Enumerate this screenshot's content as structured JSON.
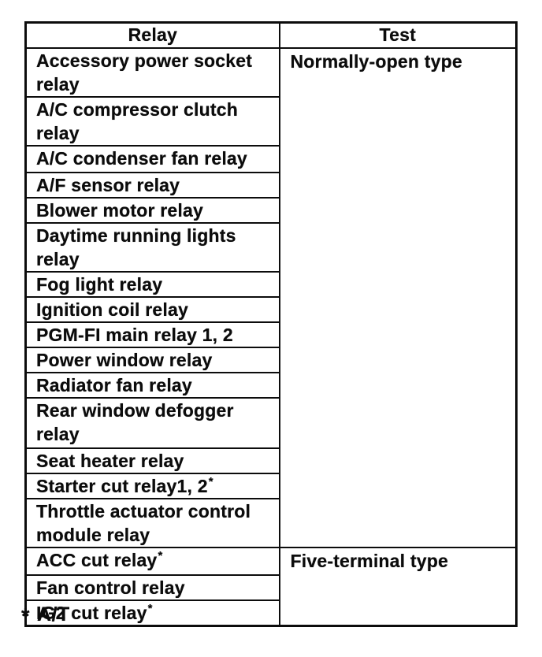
{
  "colors": {
    "ink": "#0c0c0c",
    "paper": "#ffffff"
  },
  "table": {
    "headers": [
      {
        "label": "Relay"
      },
      {
        "label": "Test"
      }
    ],
    "rows": [
      {
        "label": "Accessory power socket relay"
      },
      {
        "label": "A/C compressor clutch relay"
      },
      {
        "label": "A/C condenser fan relay"
      },
      {
        "label": "A/F sensor relay"
      },
      {
        "label": "Blower motor relay"
      },
      {
        "label": "Daytime running lights relay"
      },
      {
        "label": "Fog light relay"
      },
      {
        "label": "Ignition coil relay"
      },
      {
        "label": "PGM-FI main relay 1, 2"
      },
      {
        "label": "Power window relay"
      },
      {
        "label": "Radiator fan relay"
      },
      {
        "label": "Rear window defogger relay"
      },
      {
        "label": "Seat heater relay"
      },
      {
        "label": "Starter cut relay1, 2",
        "footnote_mark": "*"
      },
      {
        "label": "Throttle actuator control module relay"
      },
      {
        "label": "ACC cut relay",
        "footnote_mark": "*"
      },
      {
        "label": "Fan control relay"
      },
      {
        "label": "IG2 cut relay",
        "footnote_mark": "*"
      }
    ],
    "test_groups": [
      {
        "label": "Normally-open type",
        "row_span": 15
      },
      {
        "label": "Five-terminal type",
        "row_span": 3
      }
    ]
  },
  "footnote": {
    "mark": "*",
    "text": "A/T"
  }
}
